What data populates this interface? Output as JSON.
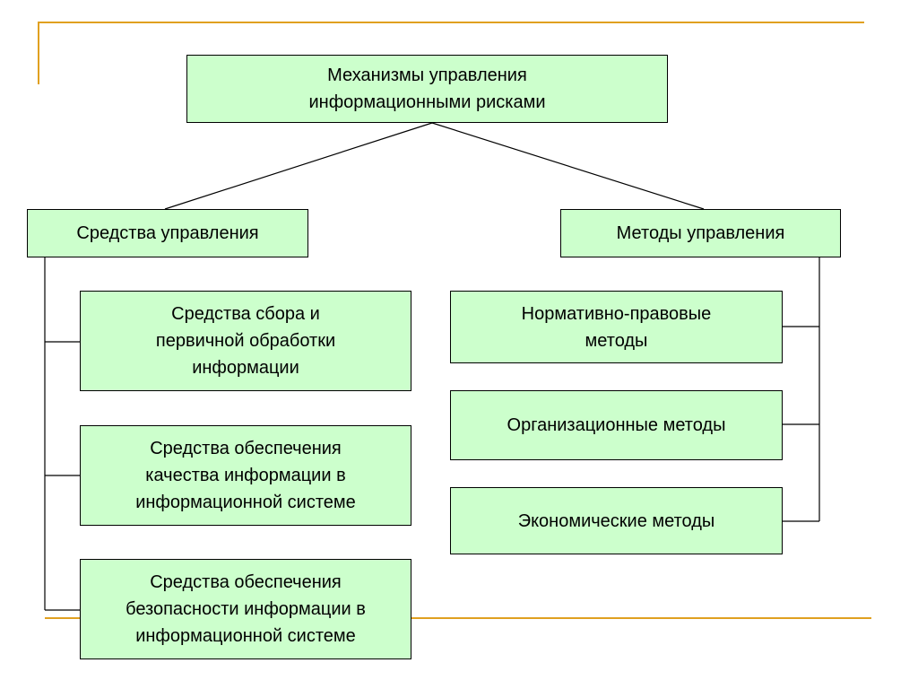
{
  "colors": {
    "box_fill": "#ccffcc",
    "box_border": "#000000",
    "accent_line": "#e0a020",
    "connector": "#000000"
  },
  "diagram": {
    "root": {
      "label": "Механизмы управления\nинформационными рисками"
    },
    "tools": {
      "label": "Средства управления",
      "items": [
        "Средства сбора и\nпервичной обработки\nинформации",
        "Средства обеспечения\nкачества информации в\nинформационной системе",
        "Средства обеспечения\nбезопасности информации в\nинформационной системе"
      ]
    },
    "methods": {
      "label": "Методы управления",
      "items": [
        "Нормативно-правовые\nметоды",
        "Организационные методы",
        "Экономические методы"
      ]
    }
  }
}
